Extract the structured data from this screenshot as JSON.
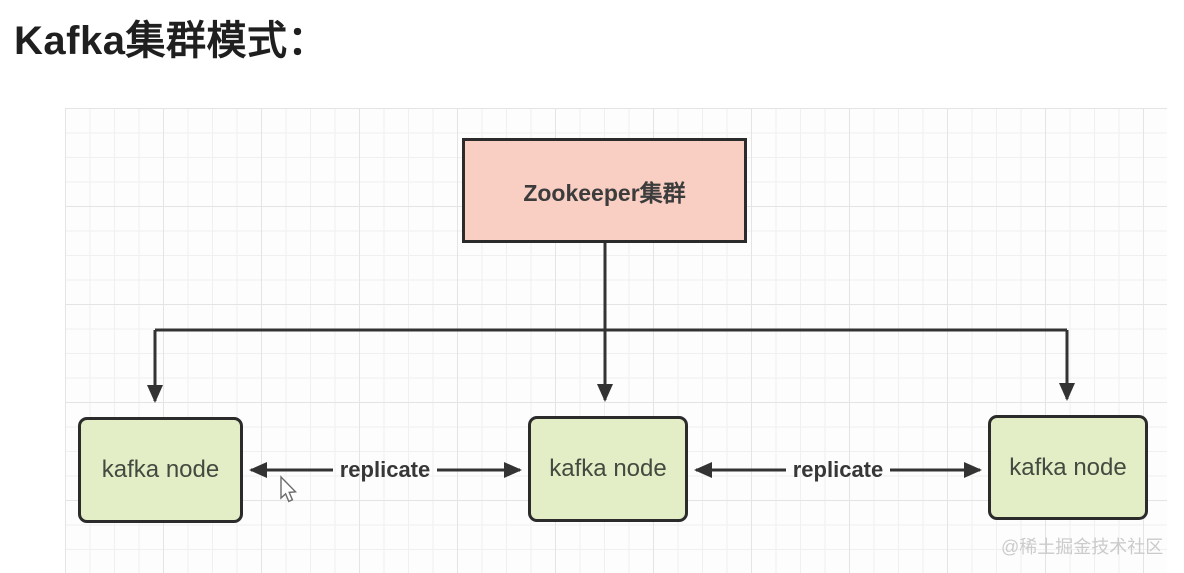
{
  "page": {
    "title": "Kafka集群模式："
  },
  "diagram": {
    "zookeeper": {
      "label": "Zookeeper集群"
    },
    "kafka_nodes": [
      {
        "label": "kafka node"
      },
      {
        "label": "kafka node"
      },
      {
        "label": "kafka node"
      }
    ],
    "edges": {
      "replicate_left": "replicate",
      "replicate_right": "replicate"
    },
    "colors": {
      "zookeeper_fill": "#f9cfc4",
      "kafka_fill": "#e3eec6",
      "node_border": "#2b2b2b",
      "arrow": "#333333"
    }
  },
  "watermark": {
    "text": "@稀土掘金技术社区",
    "color": "#cbcbcb"
  }
}
